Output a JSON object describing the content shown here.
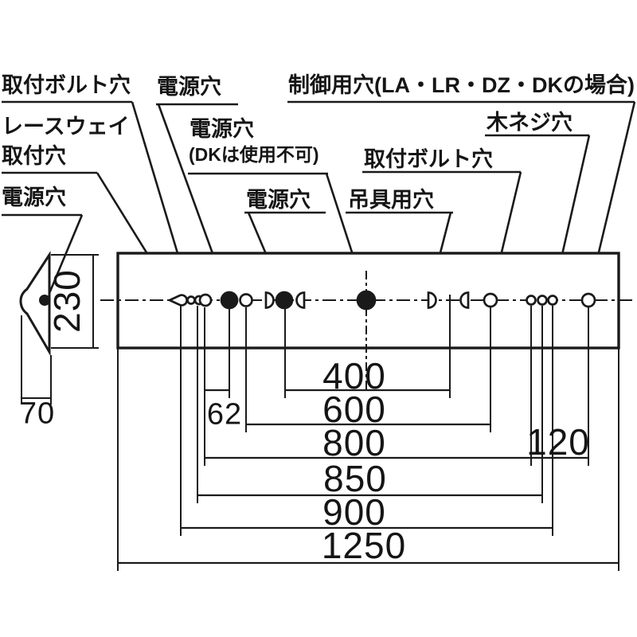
{
  "labels": {
    "bolt_top_left": "取付ボルト穴",
    "power_top": "電源穴",
    "control": "制御用穴(LA・LR・DZ・DKの場合)",
    "raceway_line1": "レースウェイ",
    "raceway_line2": "取付穴",
    "wood_screw": "木ネジ穴",
    "power_dk_line1": "電源穴",
    "power_dk_line2": "(DKは使用不可)",
    "bolt_right": "取付ボルト穴",
    "power_center": "電源穴",
    "hanger": "吊具用穴",
    "power_bottom_left": "電源穴"
  },
  "dimensions": {
    "body_width": "230",
    "body_depth": "70",
    "offset_62": "62",
    "pitch_400": "400",
    "pitch_600": "600",
    "pitch_800": "800",
    "pitch_120": "120",
    "pitch_850": "850",
    "pitch_900": "900",
    "overall_length": "1250"
  },
  "colors": {
    "line": "#1a1a1a",
    "background": "#ffffff"
  }
}
